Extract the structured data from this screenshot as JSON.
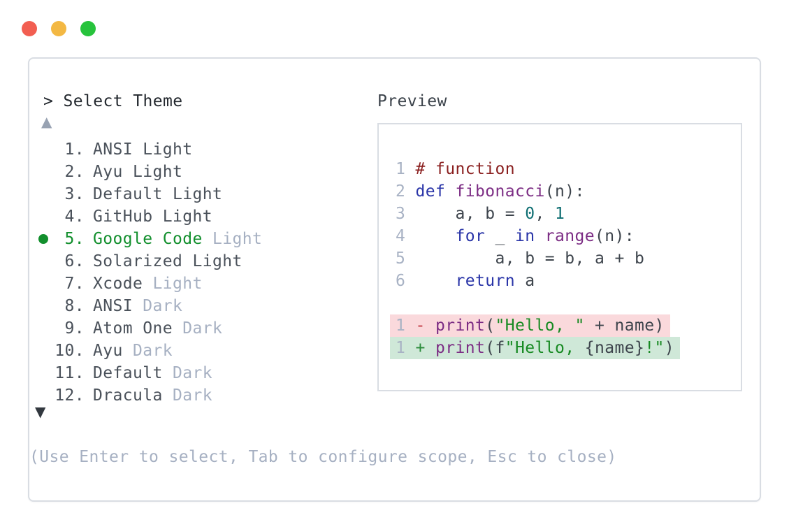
{
  "window": {
    "traffic_lights": [
      {
        "name": "close",
        "color": "#f25e51"
      },
      {
        "name": "minimize",
        "color": "#f3b843"
      },
      {
        "name": "maximize",
        "color": "#27c33c"
      }
    ]
  },
  "dialog": {
    "title": "> Select Theme",
    "scroll_up_icon": "▲",
    "scroll_down_icon": "▼",
    "hint": "(Use Enter to select, Tab to configure scope, Esc to close)"
  },
  "theme_list": {
    "selected_item": "5. Google Code Light",
    "items": [
      {
        "num": "1.",
        "name": "ANSI",
        "suffix": "Light",
        "selected": false,
        "green": false,
        "muted_suffix": false
      },
      {
        "num": "2.",
        "name": "Ayu",
        "suffix": "Light",
        "selected": false,
        "green": false,
        "muted_suffix": false
      },
      {
        "num": "3.",
        "name": "Default",
        "suffix": "Light",
        "selected": false,
        "green": false,
        "muted_suffix": false
      },
      {
        "num": "4.",
        "name": "GitHub",
        "suffix": "Light",
        "selected": false,
        "green": false,
        "muted_suffix": false
      },
      {
        "num": "5.",
        "name": "Google Code",
        "suffix": "Light",
        "selected": true,
        "green": true,
        "muted_suffix": true
      },
      {
        "num": "6.",
        "name": "Solarized",
        "suffix": "Light",
        "selected": false,
        "green": false,
        "muted_suffix": false
      },
      {
        "num": "7.",
        "name": "Xcode",
        "suffix": "Light",
        "selected": false,
        "green": false,
        "muted_suffix": true
      },
      {
        "num": "8.",
        "name": "ANSI",
        "suffix": "Dark",
        "selected": false,
        "green": false,
        "muted_suffix": true
      },
      {
        "num": "9.",
        "name": "Atom One",
        "suffix": "Dark",
        "selected": false,
        "green": false,
        "muted_suffix": true
      },
      {
        "num": "10.",
        "name": "Ayu",
        "suffix": "Dark",
        "selected": false,
        "green": false,
        "muted_suffix": true
      },
      {
        "num": "11.",
        "name": "Default",
        "suffix": "Dark",
        "selected": false,
        "green": false,
        "muted_suffix": true
      },
      {
        "num": "12.",
        "name": "Dracula",
        "suffix": "Dark",
        "selected": false,
        "green": false,
        "muted_suffix": true
      }
    ]
  },
  "preview": {
    "label": "Preview",
    "lines": [
      {
        "num": "1",
        "tokens": [
          [
            "# function",
            "comment"
          ]
        ]
      },
      {
        "num": "2",
        "tokens": [
          [
            "def ",
            "keyword"
          ],
          [
            "fibonacci",
            "function"
          ],
          [
            "(n):",
            "plain"
          ]
        ]
      },
      {
        "num": "3",
        "tokens": [
          [
            "    a, b = ",
            "plain"
          ],
          [
            "0",
            "number"
          ],
          [
            ", ",
            "plain"
          ],
          [
            "1",
            "number"
          ]
        ]
      },
      {
        "num": "4",
        "tokens": [
          [
            "    ",
            "plain"
          ],
          [
            "for",
            "keyword"
          ],
          [
            " _ ",
            "plain"
          ],
          [
            "in",
            "keyword"
          ],
          [
            " ",
            "plain"
          ],
          [
            "range",
            "function"
          ],
          [
            "(n):",
            "plain"
          ]
        ]
      },
      {
        "num": "5",
        "tokens": [
          [
            "        a, b = b, a + b",
            "plain"
          ]
        ]
      },
      {
        "num": "6",
        "tokens": [
          [
            "    ",
            "plain"
          ],
          [
            "return",
            "keyword"
          ],
          [
            " a",
            "plain"
          ]
        ]
      },
      {
        "blank": true
      },
      {
        "num": "1",
        "diff": "removed",
        "tokens": [
          [
            "- ",
            "diff-minus"
          ],
          [
            "print",
            "function"
          ],
          [
            "(",
            "plain"
          ],
          [
            "\"Hello, \"",
            "string"
          ],
          [
            " + name)",
            "plain"
          ]
        ]
      },
      {
        "num": "1",
        "diff": "added",
        "tokens": [
          [
            "+ ",
            "diff-plus"
          ],
          [
            "print",
            "function"
          ],
          [
            "(f",
            "plain"
          ],
          [
            "\"Hello, ",
            "string"
          ],
          [
            "{name}",
            "plain"
          ],
          [
            "!\"",
            "string"
          ],
          [
            ")",
            "plain"
          ]
        ]
      }
    ]
  },
  "colors": {
    "selected_green": "#128f2d",
    "muted_gray_blue": "#a6b0c2",
    "title_text": "#23282e",
    "item_text": "#4a515a",
    "border": "#d9dde3",
    "code_comment": "#8a1f1f",
    "code_keyword": "#2a35a8",
    "code_function": "#7c2d84",
    "code_number": "#0e6e72",
    "code_string": "#178a22",
    "code_plain": "#3d444c",
    "diff_removed_bg": "#fad9dc",
    "diff_added_bg": "#cfe8d8",
    "diff_minus": "#c23a43",
    "diff_plus": "#2c8c3c"
  }
}
